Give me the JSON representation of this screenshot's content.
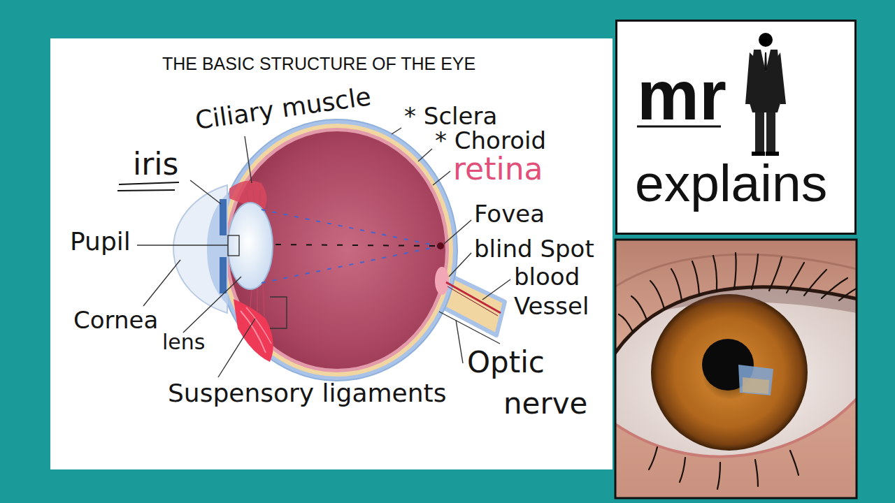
{
  "diagram": {
    "title": "THE BASIC STRUCTURE OF THE EYE",
    "nodes": [
      {
        "text": [
          "mr",
          "explains"
        ]
      }
    ],
    "labels": [
      "Ciliary muscle",
      "* Sclera",
      "* Choroid",
      "iris",
      "retina",
      "Fovea",
      "Pupil",
      "blind Spot",
      "blood Vessel",
      "Cornea",
      "lens",
      "Optic nerve",
      "Suspensory ligaments"
    ]
  }
}
